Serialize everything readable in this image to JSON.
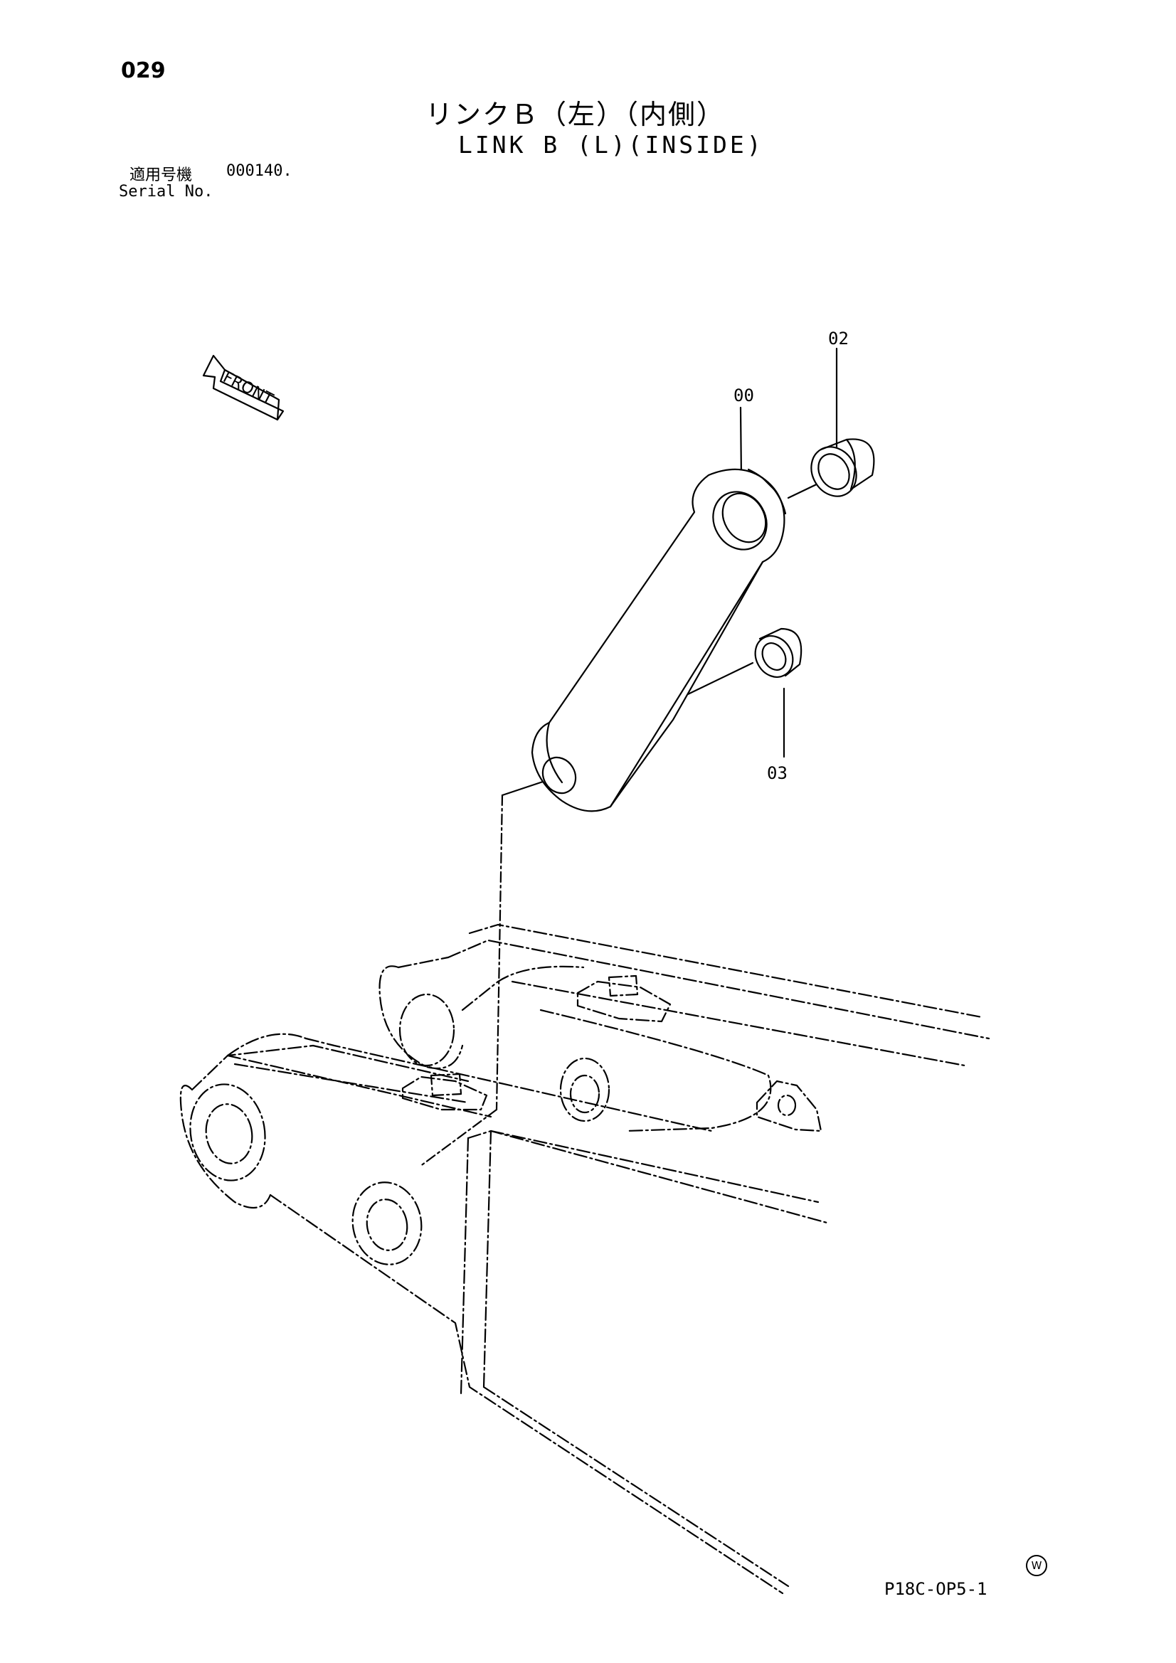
{
  "page_number": "029",
  "title_jp": "リンクＢ（左）（内側）",
  "title_en": "LINK B (L)(INSIDE)",
  "serial": {
    "label_jp": "適用号機",
    "label_en": "Serial No.",
    "value": "000140."
  },
  "front_label": "FRONT",
  "callouts": [
    {
      "id": "00",
      "text": "00"
    },
    {
      "id": "02",
      "text": "02"
    },
    {
      "id": "03",
      "text": "03"
    }
  ],
  "watermark_symbol": "W",
  "footer_code": "P18C-OP5-1"
}
